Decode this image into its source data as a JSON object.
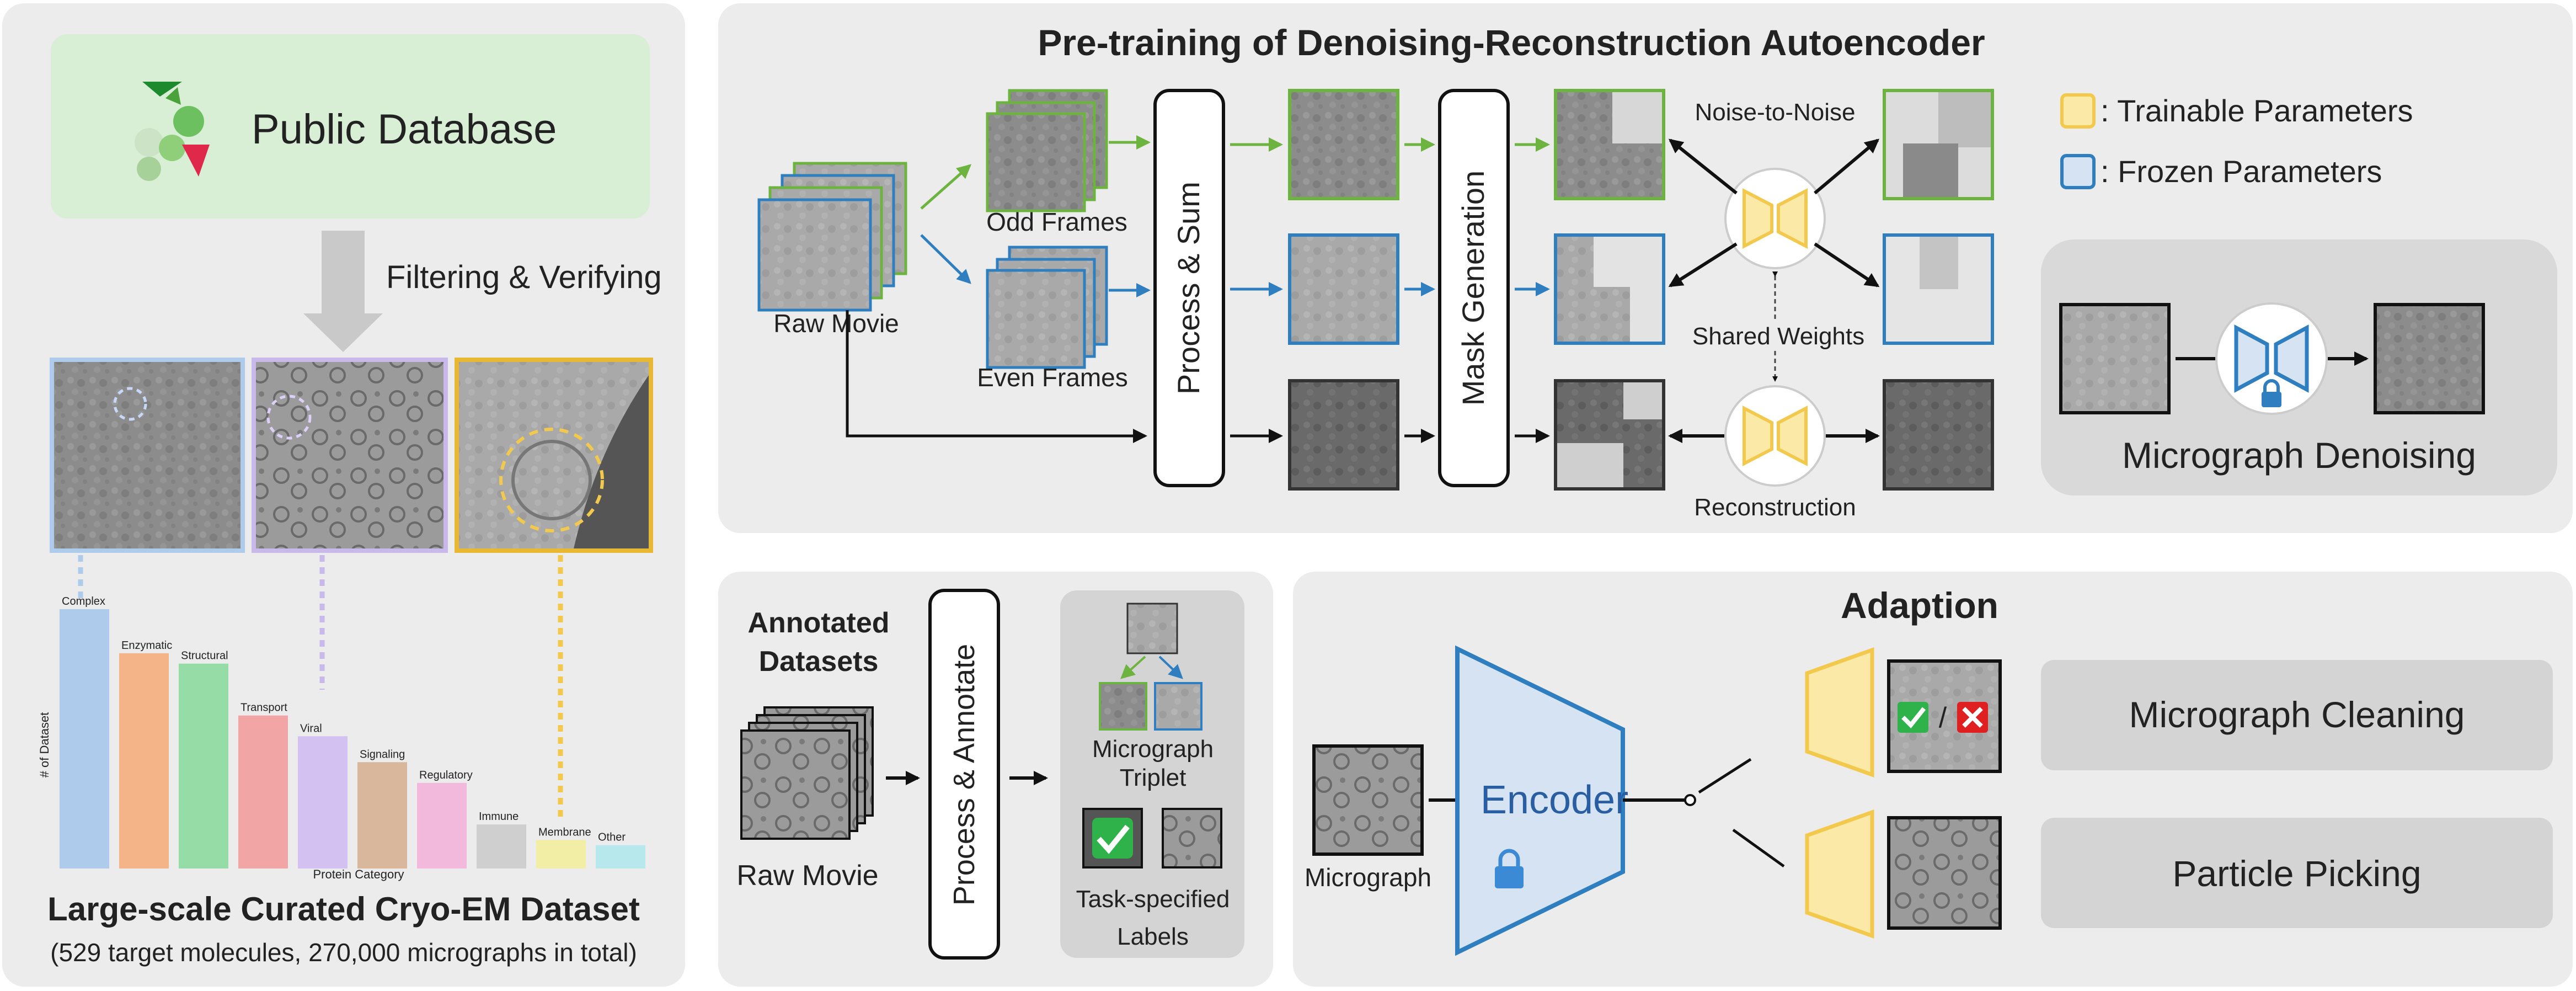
{
  "colors": {
    "panel": "#ececec",
    "inner_panel": "#dcdcdc",
    "green": "#6db33f",
    "blue": "#2f7fc0",
    "yellow": "#f2c94c",
    "dark": "#111111",
    "db_box": "#d8efd6"
  },
  "icons": [
    "database-logo-icon",
    "down-arrow-icon",
    "lock-icon",
    "checkmark-icon",
    "cross-icon",
    "unet-icon"
  ],
  "left_panel": {
    "db_label": "Public Database",
    "filter_label": "Filtering & Verifying",
    "title": "Large-scale Curated Cryo-EM Dataset",
    "subtitle": "(529 target molecules, 270,000 micrographs in total)"
  },
  "chart_data": {
    "type": "bar",
    "xlabel": "Protein Category",
    "ylabel": "# of Dataset",
    "categories": [
      "Complex",
      "Enzymatic",
      "Structural",
      "Transport",
      "Viral",
      "Signaling",
      "Regulatory",
      "Immune",
      "Membrane",
      "Other"
    ],
    "values": [
      100,
      83,
      79,
      59,
      51,
      41,
      33,
      17,
      11,
      9
    ],
    "colors": [
      "#aecbec",
      "#f4b487",
      "#95dca6",
      "#f2a5a5",
      "#d3c1f1",
      "#d8b79c",
      "#f2b9dd",
      "#cfcfcf",
      "#f3eea6",
      "#b7e9ec"
    ],
    "grid": false
  },
  "pretrain": {
    "title": "Pre-training of Denoising-Reconstruction Autoencoder",
    "raw_movie": "Raw Movie",
    "odd_frames": "Odd Frames",
    "even_frames": "Even Frames",
    "process_sum": "Process & Sum",
    "mask_generation": "Mask Generation",
    "noise_to_noise": "Noise-to-Noise",
    "shared_weights": "Shared Weights",
    "reconstruction": "Reconstruction"
  },
  "legend": {
    "trainable": ": Trainable Parameters",
    "frozen": ": Frozen Parameters"
  },
  "denoise": {
    "label": "Micrograph Denoising"
  },
  "annotate": {
    "title_line1": "Annotated",
    "title_line2": "Datasets",
    "raw_movie": "Raw Movie",
    "process_annotate": "Process & Annotate",
    "triplet_line1": "Micrograph",
    "triplet_line2": "Triplet",
    "labels_line1": "Task-specified",
    "labels_line2": "Labels"
  },
  "adaption": {
    "title": "Adaption",
    "encoder": "Encoder",
    "micrograph": "Micrograph",
    "slash": "/",
    "cleaning": "Micrograph Cleaning",
    "picking": "Particle Picking"
  }
}
